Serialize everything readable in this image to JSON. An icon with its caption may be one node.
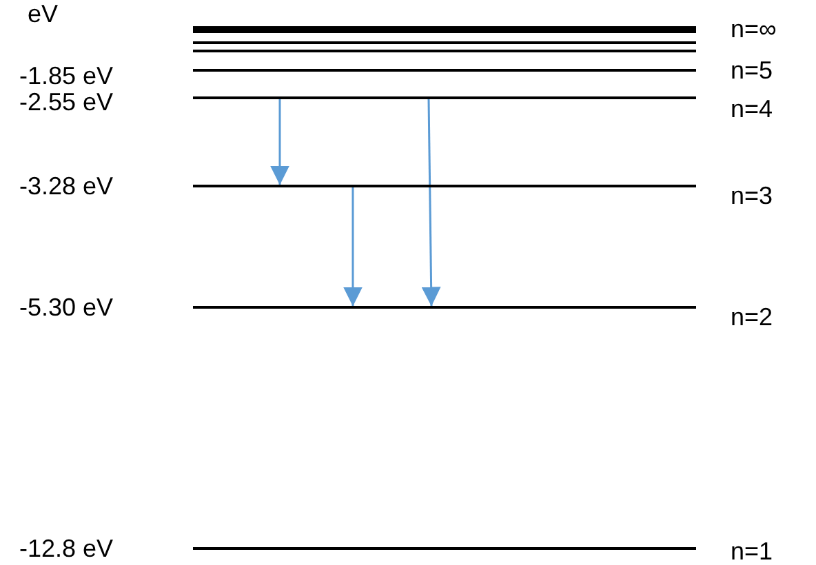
{
  "diagram": {
    "nodes": [
      {
        "text": [],
        "shape": "bar",
        "beside": [
          "n=∞"
        ]
      },
      {
        "text": [],
        "shape": "bar"
      },
      {
        "text": [],
        "shape": "bar"
      },
      {
        "text": [],
        "shape": "bar",
        "beside": [
          "-1.85 eV",
          "n=5"
        ]
      },
      {
        "text": [],
        "shape": "bar",
        "beside": [
          "-2.55 eV",
          "n=4"
        ]
      },
      {
        "text": [],
        "shape": "bar",
        "beside": [
          "-3.28 eV",
          "n=3"
        ]
      },
      {
        "text": [],
        "shape": "bar",
        "beside": [
          "-5.30 eV",
          "n=2"
        ]
      },
      {
        "text": [],
        "shape": "bar",
        "beside": [
          "-12.8 eV",
          "n=1"
        ]
      }
    ],
    "edges": [
      {
        "from": 4,
        "to": 5,
        "arrow": "to"
      },
      {
        "from": 5,
        "to": 6,
        "arrow": "to"
      },
      {
        "from": 4,
        "to": 6,
        "arrow": "to"
      }
    ],
    "labels": [
      "eV"
    ]
  }
}
